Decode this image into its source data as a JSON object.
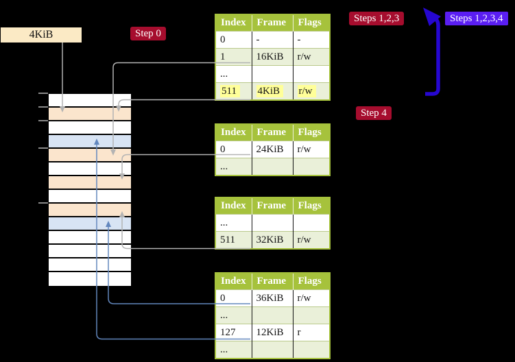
{
  "page_size_label": "4KiB",
  "badges": {
    "step0": "Step 0",
    "steps123": "Steps 1,2,3",
    "steps1234": "Steps 1,2,3,4",
    "step4": "Step 4"
  },
  "colors": {
    "white": "#ffffff",
    "peach": "#fbe5cd",
    "blue": "#d8e4f4",
    "rowGreen": "#eaf0d9",
    "headerGreen": "#a6c23c",
    "highlightYellow": "#ffff99",
    "wheat": "#fbeac5",
    "badgeRed": "#a60d2e",
    "badgeViolet": "#5a1ef2",
    "loopArrowBlue": "#2607d0",
    "steelBlue": "#6287be",
    "lineGray": "#b3b3b3",
    "tickGray": "#8a8a8a"
  },
  "stack": {
    "rows": [
      "white",
      "peach",
      "white",
      "blue",
      "peach",
      "white",
      "peach",
      "white",
      "peach",
      "blue",
      "white",
      "white",
      "white",
      "white"
    ]
  },
  "tables": [
    {
      "headers": [
        "Index",
        "Frame",
        "Flags"
      ],
      "rows": [
        {
          "cells": [
            "0",
            "-",
            "-"
          ],
          "bg": "white"
        },
        {
          "cells": [
            "1",
            "16KiB",
            "r/w"
          ],
          "bg": "rowGreen"
        },
        {
          "cells": [
            "...",
            "",
            ""
          ],
          "bg": "white"
        },
        {
          "cells": [
            "511",
            "4KiB",
            "r/w"
          ],
          "bg": "rowGreen",
          "highlight": true
        }
      ]
    },
    {
      "headers": [
        "Index",
        "Frame",
        "Flags"
      ],
      "rows": [
        {
          "cells": [
            "0",
            "24KiB",
            "r/w"
          ],
          "bg": "white"
        },
        {
          "cells": [
            "...",
            "",
            ""
          ],
          "bg": "rowGreen"
        }
      ]
    },
    {
      "headers": [
        "Index",
        "Frame",
        "Flags"
      ],
      "rows": [
        {
          "cells": [
            "...",
            "",
            ""
          ],
          "bg": "white"
        },
        {
          "cells": [
            "511",
            "32KiB",
            "r/w"
          ],
          "bg": "rowGreen"
        }
      ]
    },
    {
      "headers": [
        "Index",
        "Frame",
        "Flags"
      ],
      "rows": [
        {
          "cells": [
            "0",
            "36KiB",
            "r/w"
          ],
          "bg": "white"
        },
        {
          "cells": [
            "...",
            "",
            ""
          ],
          "bg": "rowGreen"
        },
        {
          "cells": [
            "127",
            "12KiB",
            "r"
          ],
          "bg": "white"
        },
        {
          "cells": [
            "...",
            "",
            ""
          ],
          "bg": "rowGreen"
        }
      ]
    }
  ]
}
